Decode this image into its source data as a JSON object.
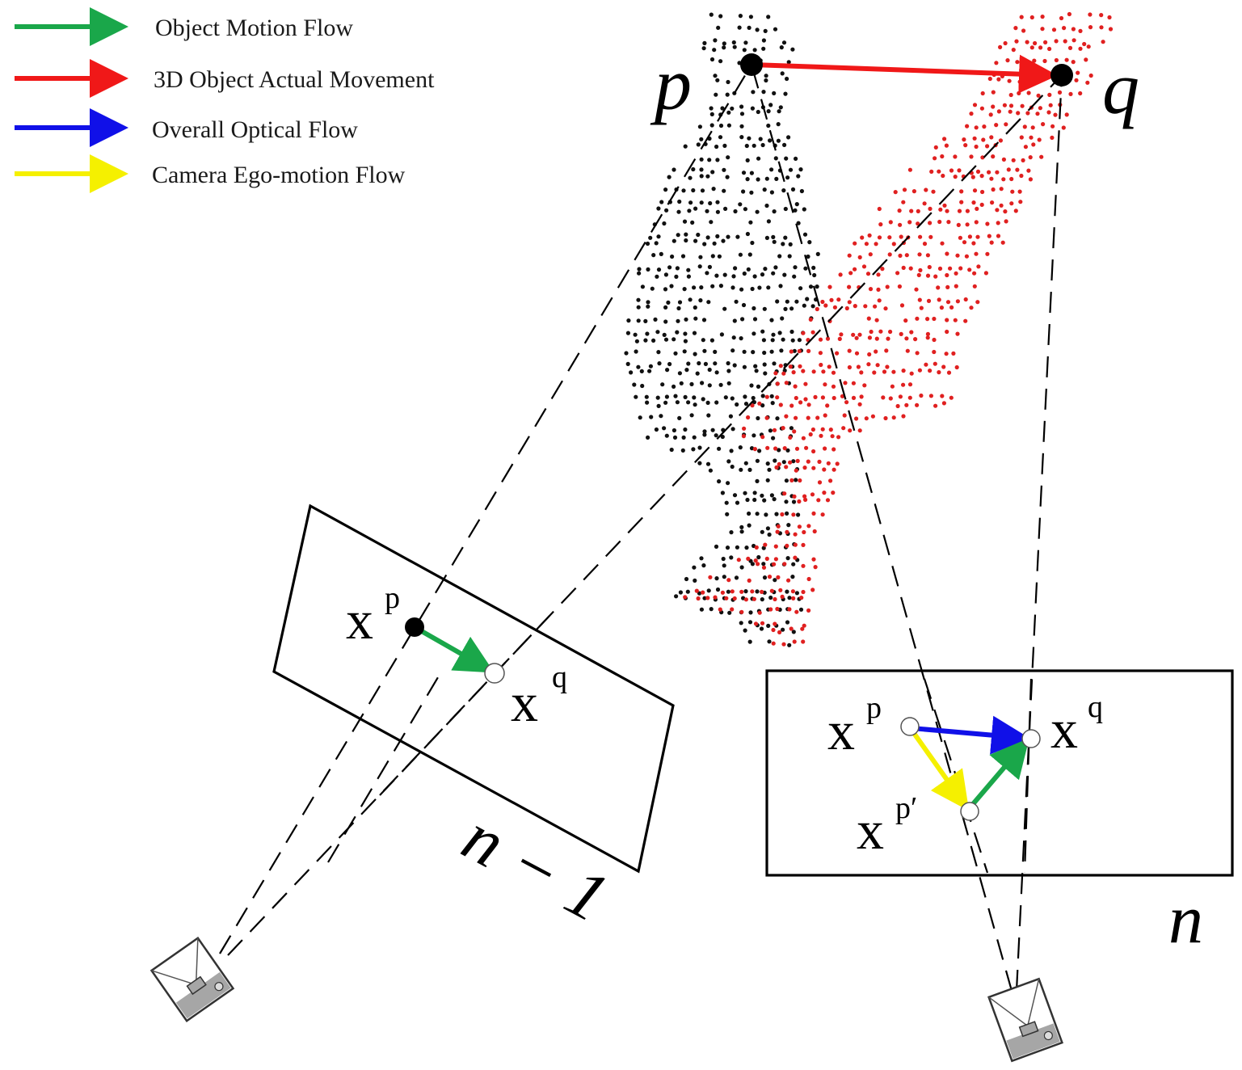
{
  "legend": {
    "items": [
      {
        "label": "Object Motion Flow",
        "color": "#1aa74a",
        "icon": "arrow-icon"
      },
      {
        "label": "3D Object Actual Movement",
        "color": "#f01818",
        "icon": "arrow-icon"
      },
      {
        "label": "Overall Optical Flow",
        "color": "#1010e8",
        "icon": "arrow-icon"
      },
      {
        "label": "Camera Ego-motion Flow",
        "color": "#f5f000",
        "icon": "arrow-icon"
      }
    ]
  },
  "points_3d": {
    "p": "p",
    "q": "q"
  },
  "frames": {
    "previous": {
      "label": "n − 1",
      "xp_base": "x",
      "xp_sup": "p",
      "xq_base": "x",
      "xq_sup": "q"
    },
    "current": {
      "label": "n",
      "xp_base": "x",
      "xp_sup": "p",
      "xq_base": "x",
      "xq_sup": "q",
      "xpp_base": "x",
      "xpp_sup": "p′"
    }
  },
  "colors": {
    "cloud_previous": "#111111",
    "cloud_current": "#e02020",
    "object_motion": "#1aa74a",
    "actual_movement": "#f01818",
    "optical_flow": "#1010e8",
    "ego_motion": "#f5f000"
  }
}
